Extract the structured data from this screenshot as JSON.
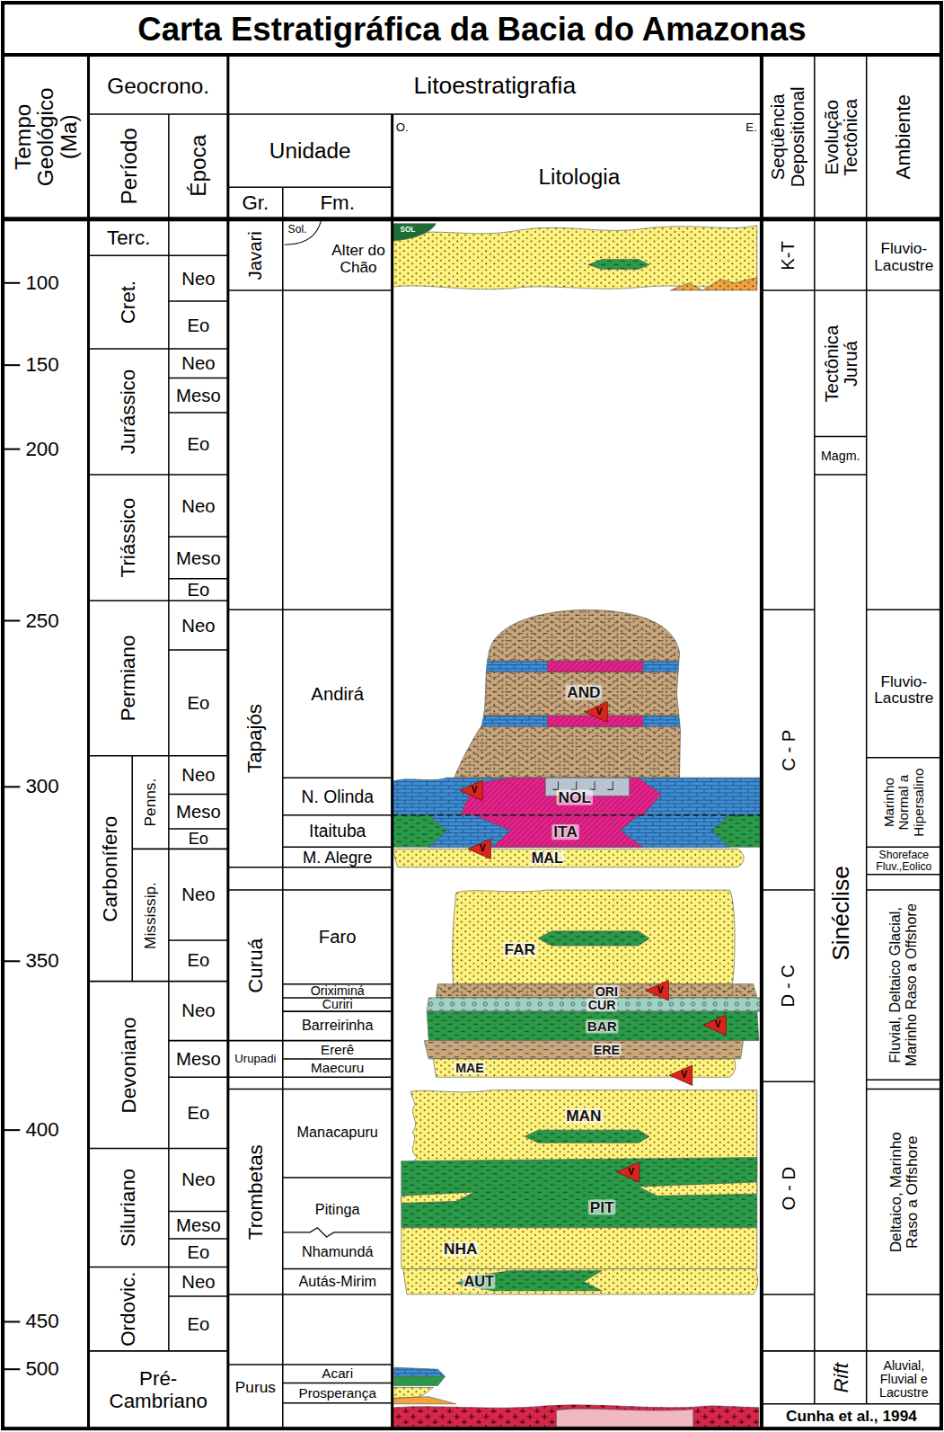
{
  "diagram": {
    "title": "Carta Estratigráfica da Bacia do Amazonas",
    "labels": [
      "Tempo Geológico (Ma)",
      "Geocrono.",
      "Período",
      "Época",
      "Litoestratigrafia",
      "Unidade",
      "Gr.",
      "Fm.",
      "O.",
      "E.",
      "Litologia",
      "Seqüência Depositional",
      "Evolução Tectônica",
      "Ambiente",
      "100",
      "150",
      "200",
      "250",
      "300",
      "350",
      "400",
      "450",
      "500",
      "Terc.",
      "Cret.",
      "Jurássico",
      "Triássico",
      "Permiano",
      "Carbonífero",
      "Penns.",
      "Mississip.",
      "Devoniano",
      "Siluriano",
      "Ordovic.",
      "Pré- Cambriano",
      "Neo",
      "Eo",
      "Neo",
      "Meso",
      "Eo",
      "Neo",
      "Meso",
      "Eo",
      "Neo",
      "Eo",
      "Neo",
      "Meso",
      "Eo",
      "Neo",
      "Eo",
      "Neo",
      "Meso",
      "Eo",
      "Neo",
      "Meso",
      "Eo",
      "Neo",
      "Eo",
      "Javari",
      "Tapajós",
      "Curuá",
      "Urupadi",
      "Trombetas",
      "Purus",
      "Sol.",
      "Alter do Chão",
      "Andirá",
      "N. Olinda",
      "Itaituba",
      "M. Alegre",
      "Faro",
      "Oriximiná",
      "Curiri",
      "Barreirinha",
      "Ererê",
      "Maecuru",
      "Manacapuru",
      "Pitinga",
      "Nhamundá",
      "Autás-Mirim",
      "Acari",
      "Prosperança",
      "SOL",
      "AND",
      "NOL",
      "ITA",
      "MAL",
      "FAR",
      "ORI",
      "CUR",
      "BAR",
      "ERE",
      "MAE",
      "MAN",
      "PIT",
      "NHA",
      "AUT",
      "V",
      "V",
      "V",
      "V",
      "V",
      "V",
      "V",
      "K-T",
      "C - P",
      "D - C",
      "O - D",
      "Tectônica Juruá",
      "Magm.",
      "Sinéclise",
      "Rift",
      "Fluvio- Lacustre",
      "Fluvio- Lacustre",
      "Marinho Normal a Hipersalino",
      "Shoreface Fluv.,Eolico",
      "Fluvial, Deltaico Glacial, Marinho Raso a Offshore",
      "Deltaico, Marinho Raso a Offshore",
      "Aluvial, Fluvial e Lacustre",
      "Cunha et al., 1994"
    ]
  }
}
